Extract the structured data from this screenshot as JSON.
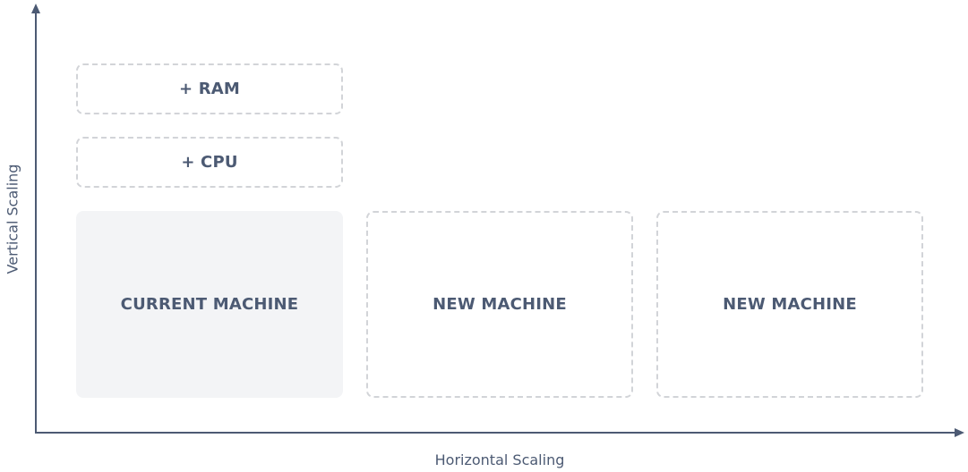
{
  "diagram": {
    "axes": {
      "x_label": "Horizontal Scaling",
      "y_label": "Vertical Scaling"
    },
    "vertical_additions": [
      {
        "label": "+ RAM"
      },
      {
        "label": "+ CPU"
      }
    ],
    "machines": [
      {
        "label": "CURRENT MACHINE",
        "style": "solid"
      },
      {
        "label": "NEW MACHINE",
        "style": "dashed"
      },
      {
        "label": "NEW MACHINE",
        "style": "dashed"
      }
    ],
    "colors": {
      "axis": "#4c5a73",
      "text": "#4c5a73",
      "dashed_border": "#d2d4d8",
      "current_fill": "#f3f4f6"
    }
  }
}
